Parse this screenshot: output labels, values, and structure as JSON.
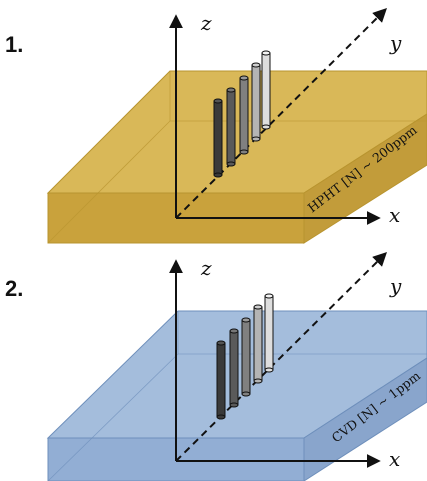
{
  "panels": [
    {
      "number": "1.",
      "slab_label": "HPHT [N] ~ 200ppm",
      "axes": {
        "x": "x",
        "y": "y",
        "z": "z"
      },
      "colors": {
        "top": "#d9b858",
        "front": "#c9a23c",
        "side": "#c29c3a",
        "edge": "#b8942f"
      }
    },
    {
      "number": "2.",
      "slab_label": "CVD [N] ~ 1ppm",
      "axes": {
        "x": "x",
        "y": "y",
        "z": "z"
      },
      "colors": {
        "top": "#a4bddc",
        "front": "#92aed4",
        "side": "#89a5cc",
        "edge": "#6e8fbb"
      }
    }
  ],
  "pillar_shades": [
    "#3a3a3a",
    "#5a5a5a",
    "#808080",
    "#b4b4b4",
    "#dedede"
  ]
}
